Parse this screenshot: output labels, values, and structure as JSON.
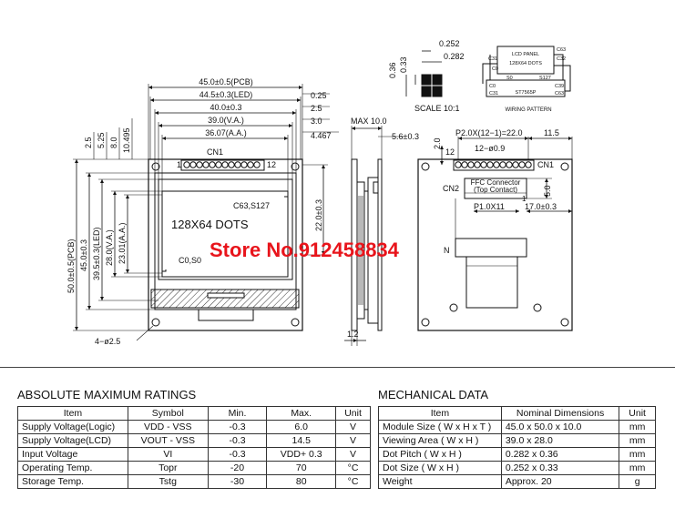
{
  "drawing": {
    "front": {
      "pcb_width": "45.0±0.5(PCB)",
      "led_width": "44.5±0.3(LED)",
      "width_40": "40.0±0.3",
      "va_width": "39.0(V.A.)",
      "aa_width": "36.07(A.A.)",
      "right_offsets": [
        "0.25",
        "2.5",
        "3.0",
        "4.467"
      ],
      "left_offsets": [
        "2.5",
        "5.25",
        "8.0",
        "10.495"
      ],
      "pcb_height": "50.0±0.5(PCB)",
      "height_45": "45.0±0.3",
      "led_height": "39.5±0.3(LED)",
      "va_height": "28.0(V.A.)",
      "aa_height": "23.01(A.A.)",
      "right_height": "22.0±0.3",
      "connector": "CN1",
      "pin_first": "1",
      "pin_last": "12",
      "panel_text": "128X64  DOTS",
      "corner_top_right": "C63,S127",
      "corner_bottom_left": "C0,S0",
      "hole_spec": "4−ø2.5"
    },
    "side": {
      "max_thickness": "MAX  10.0",
      "offset": "5.6±0.3",
      "bottom": "1.2"
    },
    "back": {
      "pitch": "P2.0X(12−1)=22.0",
      "right_dim": "11.5",
      "left_dim": "2.0",
      "pin_count": "12",
      "pin_holes": "12−ø0.9",
      "cn1": "CN1",
      "cn2": "CN2",
      "ffc_label_1": "FFC Connector",
      "ffc_label_2": "(Top Contact)",
      "ffc_pitch": "P1.0X11",
      "ffc_pin": "1",
      "dim_17": "17.0±0.3",
      "dim_5": "5.0",
      "n_label": "N"
    },
    "dot": {
      "dim_252": "0.252",
      "dim_282": "0.282",
      "dim_36": "0.36",
      "dim_33": "0.33",
      "scale": "SCALE  10:1"
    },
    "wiring": {
      "panel": "LCD  PANEL",
      "dots": "128X64  DOTS",
      "c63": "C63",
      "c31": "C31",
      "c32": "C32",
      "c0": "C0",
      "s0": "S0",
      "s127": "S127",
      "c0b": "C0",
      "c31b": "C31",
      "c39": "C39",
      "c63b": "C63",
      "chip": "ST7565P",
      "caption": "WIRING PATTERN"
    },
    "watermark": "Store No.912458834",
    "watermark_color": "#e8141b"
  },
  "absolute_ratings": {
    "title": "ABSOLUTE MAXIMUM RATINGS",
    "headers": [
      "Item",
      "Symbol",
      "Min.",
      "Max.",
      "Unit"
    ],
    "rows": [
      [
        "Supply Voltage(Logic)",
        "VDD - VSS",
        "-0.3",
        "6.0",
        "V"
      ],
      [
        "Supply Voltage(LCD)",
        "VOUT - VSS",
        "-0.3",
        "14.5",
        "V"
      ],
      [
        "Input  Voltage",
        "VI",
        "-0.3",
        "VDD+ 0.3",
        "V"
      ],
      [
        "Operating Temp.",
        "Topr",
        "-20",
        "70",
        "°C"
      ],
      [
        "Storage Temp.",
        "Tstg",
        "-30",
        "80",
        "°C"
      ]
    ]
  },
  "mechanical_data": {
    "title": "MECHANICAL DATA",
    "headers": [
      "Item",
      "Nominal Dimensions",
      "Unit"
    ],
    "rows": [
      [
        "Module Size ( W x H x T )",
        "45.0 x 50.0 x 10.0",
        "mm"
      ],
      [
        "Viewing Area ( W x H )",
        "39.0 x 28.0",
        "mm"
      ],
      [
        "Dot Pitch ( W x H )",
        "0.282 x 0.36",
        "mm"
      ],
      [
        "Dot Size ( W x H )",
        "0.252 x 0.33",
        "mm"
      ],
      [
        "Weight",
        "Approx.  20",
        "g"
      ]
    ]
  }
}
